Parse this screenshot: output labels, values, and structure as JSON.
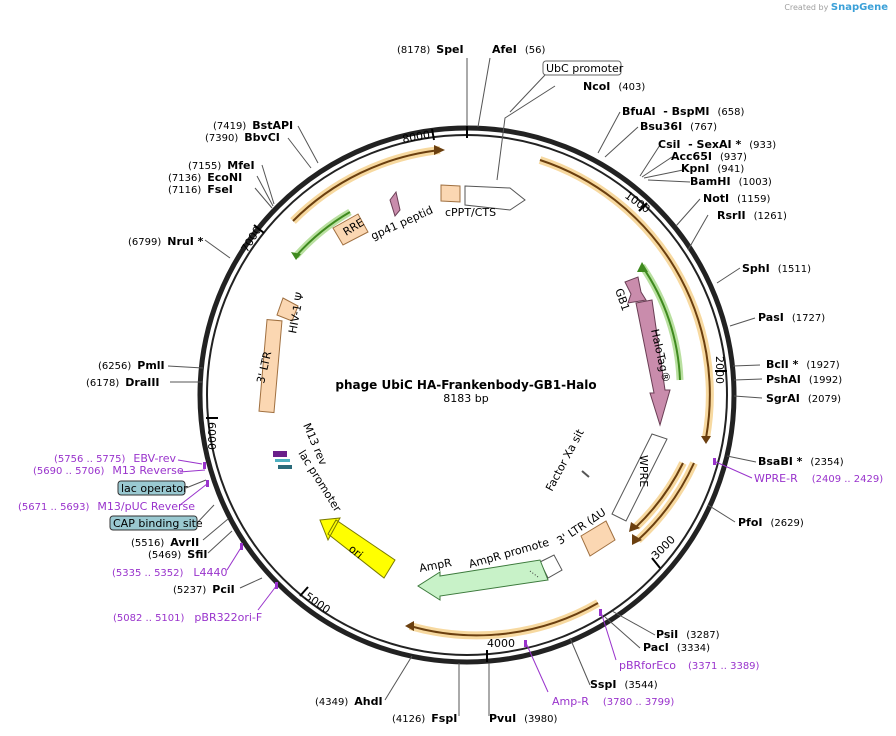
{
  "watermark": {
    "prefix": "Created by",
    "brand": "SnapGene"
  },
  "plasmid": {
    "name": "phage UbiC HA-Frankenbody-GB1-Halo",
    "size": "8183 bp"
  },
  "ticks": [
    "1000",
    "2000",
    "3000",
    "4000",
    "5000",
    "6000",
    "7000",
    "8000"
  ],
  "sites": [
    {
      "name": "SpeI",
      "pos": "(8178)"
    },
    {
      "name": "AfeI",
      "pos": "(56)"
    },
    {
      "name": "NcoI",
      "pos": "(403)"
    },
    {
      "name": "BfuAI  - BspMI",
      "pos": "(658)"
    },
    {
      "name": "Bsu36I",
      "pos": "(767)"
    },
    {
      "name": "CsiI  - SexAI *",
      "pos": "(933)"
    },
    {
      "name": "Acc65I",
      "pos": "(937)"
    },
    {
      "name": "KpnI",
      "pos": "(941)"
    },
    {
      "name": "BamHI",
      "pos": "(1003)"
    },
    {
      "name": "NotI",
      "pos": "(1159)"
    },
    {
      "name": "RsrII",
      "pos": "(1261)"
    },
    {
      "name": "SphI",
      "pos": "(1511)"
    },
    {
      "name": "PasI",
      "pos": "(1727)"
    },
    {
      "name": "BclI *",
      "pos": "(1927)"
    },
    {
      "name": "PshAI",
      "pos": "(1992)"
    },
    {
      "name": "SgrAI",
      "pos": "(2079)"
    },
    {
      "name": "BsaBI *",
      "pos": "(2354)"
    },
    {
      "name": "PfoI",
      "pos": "(2629)"
    },
    {
      "name": "PsiI",
      "pos": "(3287)"
    },
    {
      "name": "PacI",
      "pos": "(3334)"
    },
    {
      "name": "SspI",
      "pos": "(3544)"
    },
    {
      "name": "PvuI",
      "pos": "(3980)"
    },
    {
      "name": "FspI",
      "pos": "(4126)"
    },
    {
      "name": "AhdI",
      "pos": "(4349)"
    },
    {
      "name": "PciI",
      "pos": "(5237)"
    },
    {
      "name": "SfiI",
      "pos": "(5469)"
    },
    {
      "name": "AvrII",
      "pos": "(5516)"
    },
    {
      "name": "DraIII",
      "pos": "(6178)"
    },
    {
      "name": "PmlI",
      "pos": "(6256)"
    },
    {
      "name": "NruI *",
      "pos": "(6799)"
    },
    {
      "name": "FseI",
      "pos": "(7116)"
    },
    {
      "name": "EcoNI",
      "pos": "(7136)"
    },
    {
      "name": "MfeI",
      "pos": "(7155)"
    },
    {
      "name": "BbvCI",
      "pos": "(7390)"
    },
    {
      "name": "BstAPI",
      "pos": "(7419)"
    }
  ],
  "primers": [
    {
      "name": "WPRE-R",
      "pos": "(2409 .. 2429)"
    },
    {
      "name": "pBRforEco",
      "pos": "(3371 .. 3389)"
    },
    {
      "name": "Amp-R",
      "pos": "(3780 .. 3799)"
    },
    {
      "name": "pBR322ori-F",
      "pos": "(5082 .. 5101)"
    },
    {
      "name": "L4440",
      "pos": "(5335 .. 5352)"
    },
    {
      "name": "M13/pUC Reverse",
      "pos": "(5671 .. 5693)"
    },
    {
      "name": "M13 Reverse",
      "pos": "(5690 .. 5706)"
    },
    {
      "name": "EBV-rev",
      "pos": "(5756 .. 5775)"
    }
  ],
  "boxed": [
    {
      "label": "UbC promoter",
      "style": "white"
    },
    {
      "label": "lac operator",
      "style": "teal"
    },
    {
      "label": "CAP binding site",
      "style": "teal"
    }
  ],
  "features": {
    "gb1": "GB1",
    "halotag": "HaloTag®",
    "wpre": "WPRE",
    "factor_xa": "Factor Xa site",
    "ltr3": "3' LTR (ΔU3)",
    "amp_promoter": "AmpR promoter",
    "ampr": "AmpR",
    "ori": "ori",
    "m13rev": "M13 rev",
    "lac_promoter": "lac promoter",
    "ltr3_left": "3' LTR",
    "hiv": "HIV-1 Ψ",
    "rre": "RRE",
    "gp41": "gp41 peptide",
    "cppt": "cPPT/CTS"
  },
  "colors": {
    "backbone": "#222222",
    "orf": "#f0a830",
    "orf_inner": "#6b3f0f",
    "green_arrow": "#55a832",
    "halotag": "#c98cac",
    "ampr": "#c8f2c8",
    "ori": "#ffff00",
    "ltr": "#fbd7b2",
    "primer": "#9933cc",
    "teal": "#9ac9d1"
  }
}
